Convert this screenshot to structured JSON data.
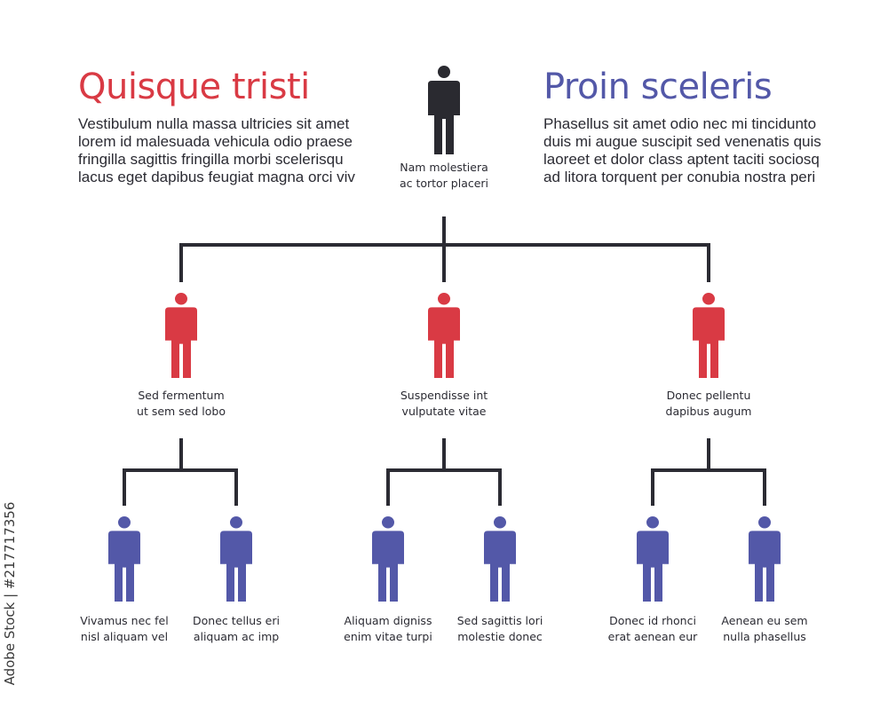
{
  "left_block": {
    "title": "Quisque tristi",
    "title_color": "#d93a44",
    "lines": [
      " Vestibulum nulla massa ultricies sit amet",
      "lorem id malesuada vehicula odio praese",
      "fringilla sagittis fringilla morbi scelerisqu",
      "lacus eget dapibus feugiat magna orci viv"
    ]
  },
  "right_block": {
    "title": "Proin sceleris",
    "title_color": "#5358a8",
    "lines": [
      "Phasellus sit amet odio nec mi tincidunto",
      "duis mi augue suscipit sed venenatis quis",
      "laoreet et dolor class aptent taciti sociosq",
      "ad litora torquent per conubia nostra peri"
    ]
  },
  "colors": {
    "root": "#2a2a30",
    "level1": "#d93a44",
    "level2": "#5358a8",
    "connector": "#2b2b33"
  },
  "icon": "person-icon",
  "root": {
    "label": [
      "Nam molestiera",
      "ac tortor placeri"
    ]
  },
  "level1": [
    {
      "label": [
        "Sed fermentum",
        "ut sem sed lobo"
      ]
    },
    {
      "label": [
        "Suspendisse int",
        "vulputate  vitae"
      ]
    },
    {
      "label": [
        "Donec pellentu",
        "dapibus augum"
      ]
    }
  ],
  "level2": [
    {
      "label": [
        "Vivamus nec fel",
        "nisl aliquam vel"
      ]
    },
    {
      "label": [
        "Donec tellus eri",
        "aliquam ac imp"
      ]
    },
    {
      "label": [
        "Aliquam digniss",
        "enim vitae turpi"
      ]
    },
    {
      "label": [
        "Sed sagittis lori",
        "molestie donec"
      ]
    },
    {
      "label": [
        "Donec id rhonci",
        "erat aenean eur"
      ]
    },
    {
      "label": [
        "Aenean eu sem",
        "nulla phasellus"
      ]
    }
  ],
  "side_credit": "Adobe Stock | #217717356"
}
